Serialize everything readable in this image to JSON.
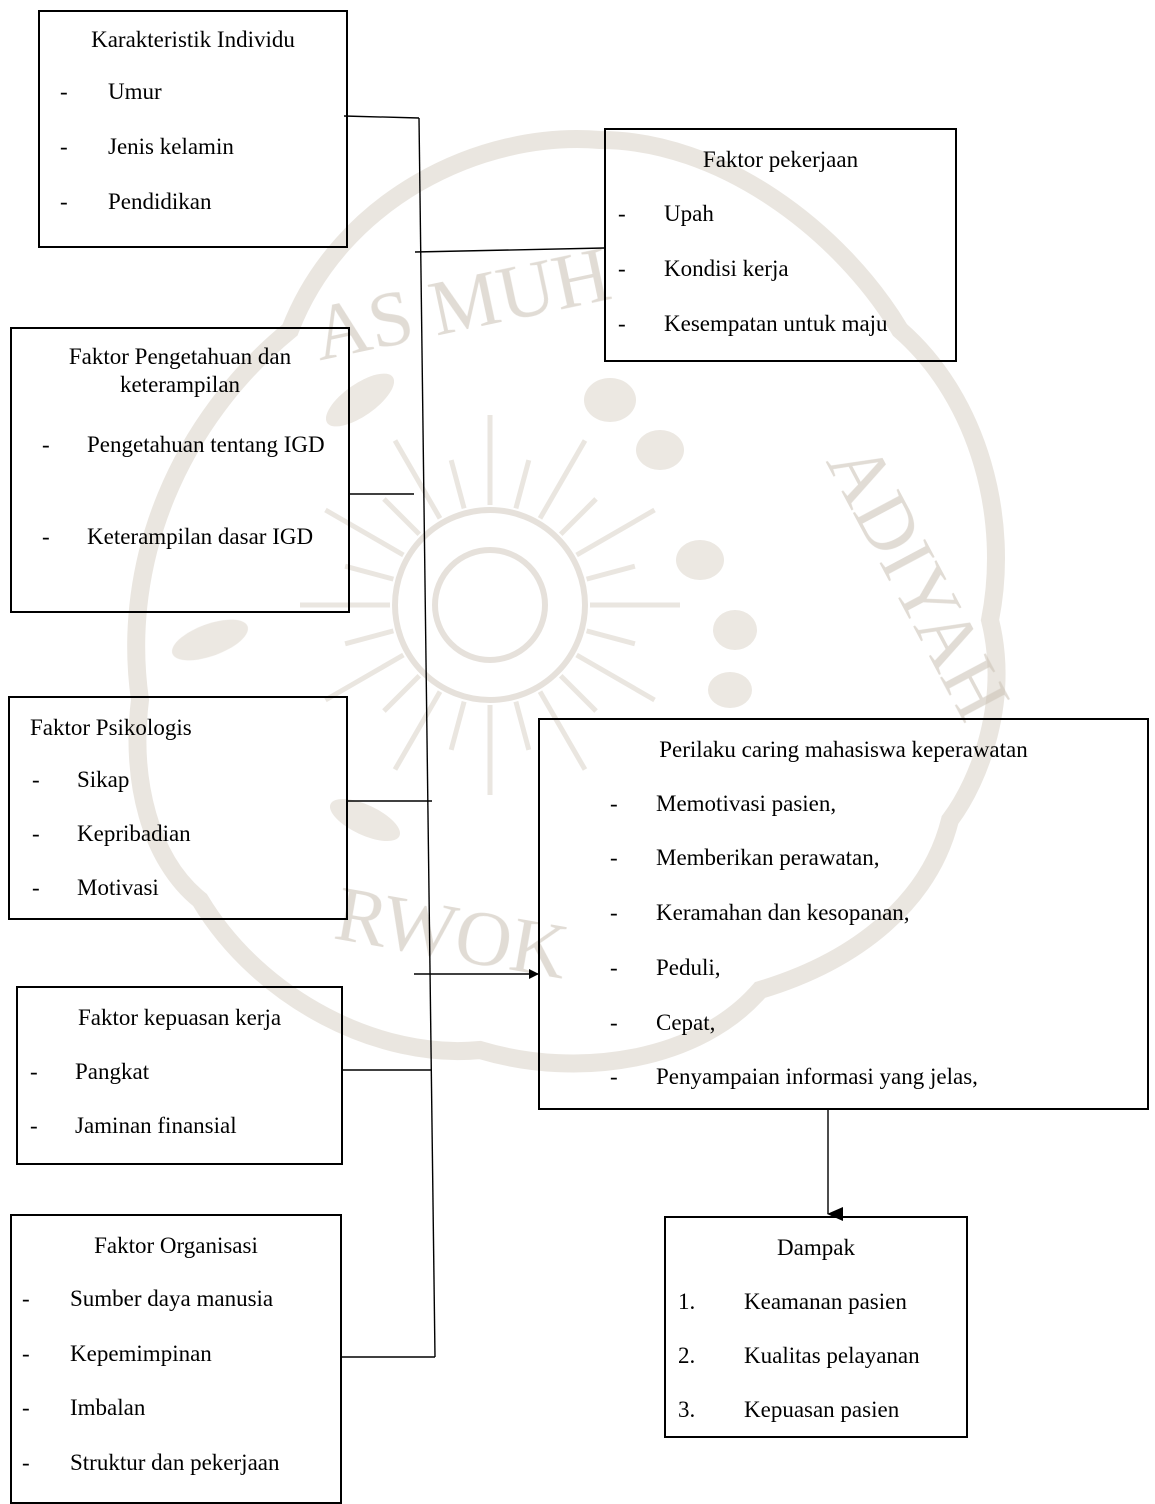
{
  "watermark": {
    "text_top": "AS MUH",
    "text_right": "ADIYAH",
    "text_bottom": "RWOK",
    "color": "#c9c0b3"
  },
  "boxes": {
    "karakteristik": {
      "title": "Karakteristik Individu",
      "items": [
        "Umur",
        "Jenis kelamin",
        "Pendidikan"
      ]
    },
    "pekerjaan": {
      "title": "Faktor pekerjaan",
      "items": [
        "Upah",
        "Kondisi kerja",
        "Kesempatan untuk maju"
      ]
    },
    "pengetahuan": {
      "title_line1": "Faktor Pengetahuan dan",
      "title_line2": "keterampilan",
      "items": [
        "Pengetahuan tentang IGD",
        "Keterampilan dasar IGD"
      ]
    },
    "psikologis": {
      "title": "Faktor Psikologis",
      "items": [
        "Sikap",
        "Kepribadian",
        "Motivasi"
      ]
    },
    "kepuasan": {
      "title": "Faktor kepuasan kerja",
      "items": [
        "Pangkat",
        "Jaminan finansial"
      ]
    },
    "organisasi": {
      "title": "Faktor Organisasi",
      "items": [
        "Sumber daya manusia",
        "Kepemimpinan",
        "Imbalan",
        "Struktur dan pekerjaan"
      ]
    },
    "perilaku": {
      "title": "Perilaku caring mahasiswa keperawatan",
      "items": [
        "Memotivasi pasien,",
        "Memberikan perawatan,",
        "Keramahan dan kesopanan,",
        "Peduli,",
        "Cepat,",
        "Penyampaian informasi yang jelas,"
      ]
    },
    "dampak": {
      "title": "Dampak",
      "items": [
        {
          "num": "1.",
          "text": "Keamanan pasien"
        },
        {
          "num": "2.",
          "text": "Kualitas pelayanan"
        },
        {
          "num": "3.",
          "text": "Kepuasan pasien"
        }
      ]
    }
  },
  "bullet": "-"
}
